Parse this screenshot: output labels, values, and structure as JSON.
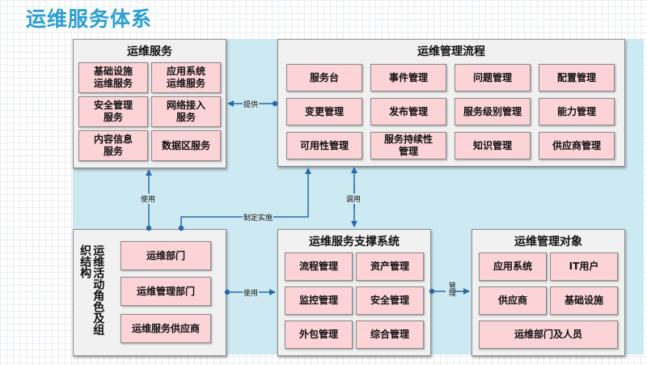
{
  "page_title": "运维服务体系",
  "panels": {
    "ops_service": {
      "title": "运维服务",
      "cells": [
        "基础设施\n运维服务",
        "应用系统\n运维服务",
        "安全管理\n服务",
        "网络接入\n服务",
        "内容信息\n服务",
        "数据区服务"
      ]
    },
    "ops_process": {
      "title": "运维管理流程",
      "cells": [
        "服务台",
        "事件管理",
        "问题管理",
        "配置管理",
        "变更管理",
        "发布管理",
        "服务级别管理",
        "能力管理",
        "可用性管理",
        "服务持续性\n管理",
        "知识管理",
        "供应商管理"
      ]
    },
    "org": {
      "title": "运维活动角色及组织结构",
      "cells": [
        "运维部门",
        "运维管理部门",
        "运维服务供应商"
      ]
    },
    "support": {
      "title": "运维服务支撑系统",
      "cells": [
        "流程管理",
        "资产管理",
        "监控管理",
        "安全管理",
        "外包管理",
        "综合管理"
      ]
    },
    "objects": {
      "title": "运维管理对象",
      "cells": [
        "应用系统",
        "IT用户",
        "供应商",
        "基础设施",
        "运维部门及人员"
      ]
    }
  },
  "connectors": {
    "provide": "提供",
    "use_up": "使用",
    "implement": "制定实施",
    "invoke": "调用",
    "use_right": "使用",
    "manage": "管理"
  }
}
